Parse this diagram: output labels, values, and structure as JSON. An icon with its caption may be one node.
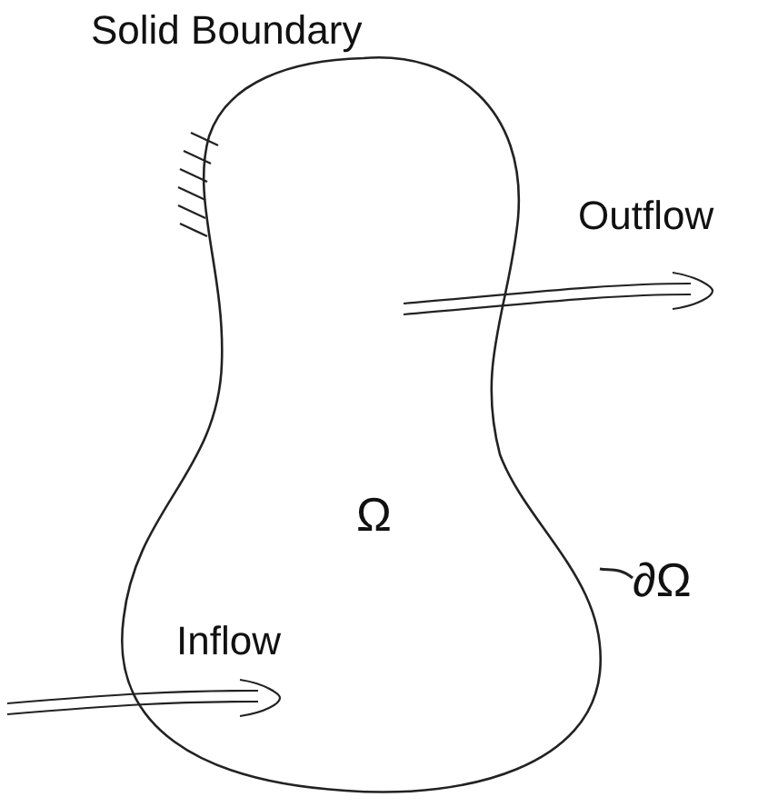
{
  "diagram": {
    "nodes": [
      {
        "text": [
          "Ω"
        ]
      },
      {
        "text": [
          "∂Ω"
        ]
      }
    ],
    "edges": [
      {
        "from": 1,
        "to": 0,
        "arrow": "none"
      }
    ],
    "labels": [
      "Solid Boundary",
      "Outflow",
      "Inflow"
    ]
  }
}
